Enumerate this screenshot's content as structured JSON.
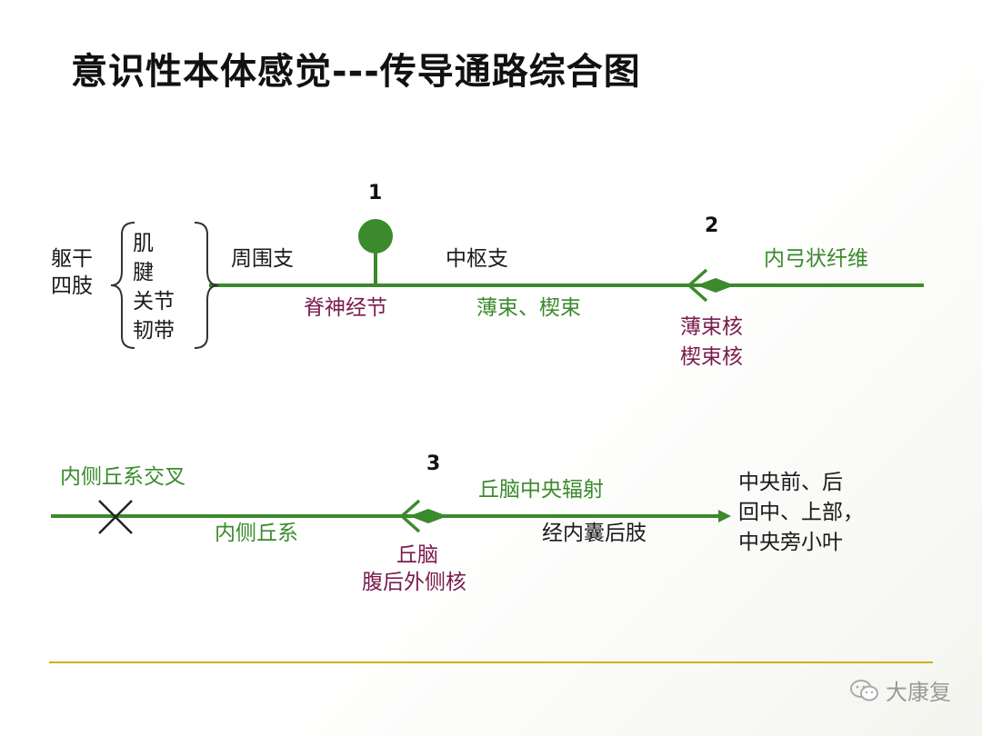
{
  "title": "意识性本体感觉---传导通路综合图",
  "colors": {
    "line": "#3b8a2c",
    "accent_text": "#7a1c4c",
    "divider": "#c9b21b"
  },
  "neuron1": {
    "number": "1",
    "source_region": [
      "躯干",
      "四肢"
    ],
    "receptors": [
      "肌",
      "腱",
      "关节",
      "韧带"
    ],
    "peripheral_branch": "周围支",
    "central_branch": "中枢支",
    "ganglion": "脊神经节",
    "tracts": "薄束、楔束"
  },
  "neuron2": {
    "number": "2",
    "nuclei": [
      "薄束核",
      "楔束核"
    ],
    "fibers": "内弓状纤维"
  },
  "neuron3": {
    "number": "3",
    "decussation": "内侧丘系交叉",
    "lemniscus": "内侧丘系",
    "thalamus": [
      "丘脑",
      "腹后外侧核"
    ],
    "radiation": "丘脑中央辐射",
    "capsule": "经内囊后肢",
    "target": [
      "中央前、后",
      "回中、上部，",
      "中央旁小叶"
    ]
  },
  "watermark": "大康复"
}
